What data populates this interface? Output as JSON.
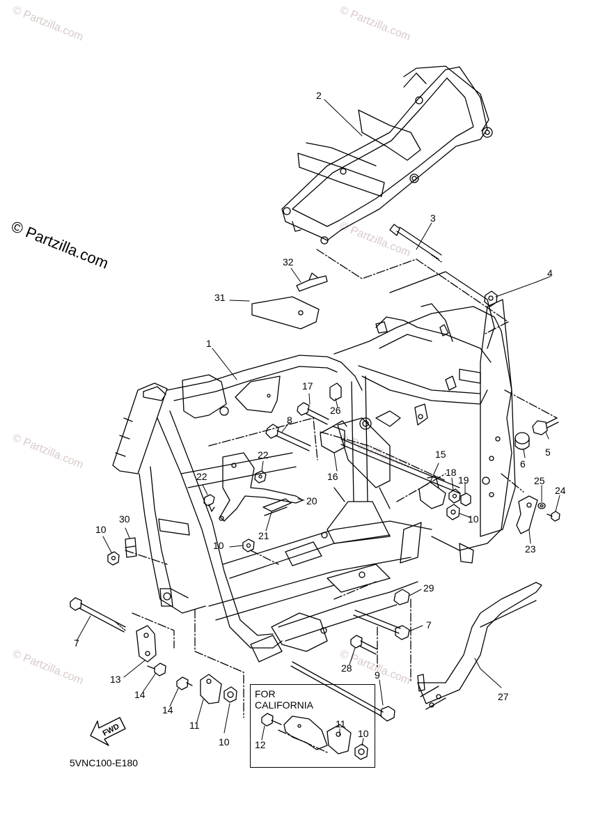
{
  "watermark_small": "© Partzilla.com",
  "watermark_large": "© Partzilla.com",
  "diagram_code": "5VNC100-E180",
  "fwd_label": "FWD",
  "california_note": "FOR\nCALIFORNIA",
  "labels": {
    "l1": "1",
    "l2": "2",
    "l3": "3",
    "l4": "4",
    "l5": "5",
    "l6": "6",
    "l7a": "7",
    "l7b": "7",
    "l8": "8",
    "l9": "9",
    "l10a": "10",
    "l10b": "10",
    "l10c": "10",
    "l10d": "10",
    "l11a": "11",
    "l11b": "11",
    "l12": "12",
    "l13": "13",
    "l14a": "14",
    "l14b": "14",
    "l15": "15",
    "l16": "16",
    "l17": "17",
    "l18": "18",
    "l19": "19",
    "l20": "20",
    "l21": "21",
    "l22a": "22",
    "l22b": "22",
    "l23": "23",
    "l24": "24",
    "l25": "25",
    "l26": "26",
    "l27": "27",
    "l28": "28",
    "l29": "29",
    "l30": "30",
    "l31": "31",
    "l32": "32"
  }
}
